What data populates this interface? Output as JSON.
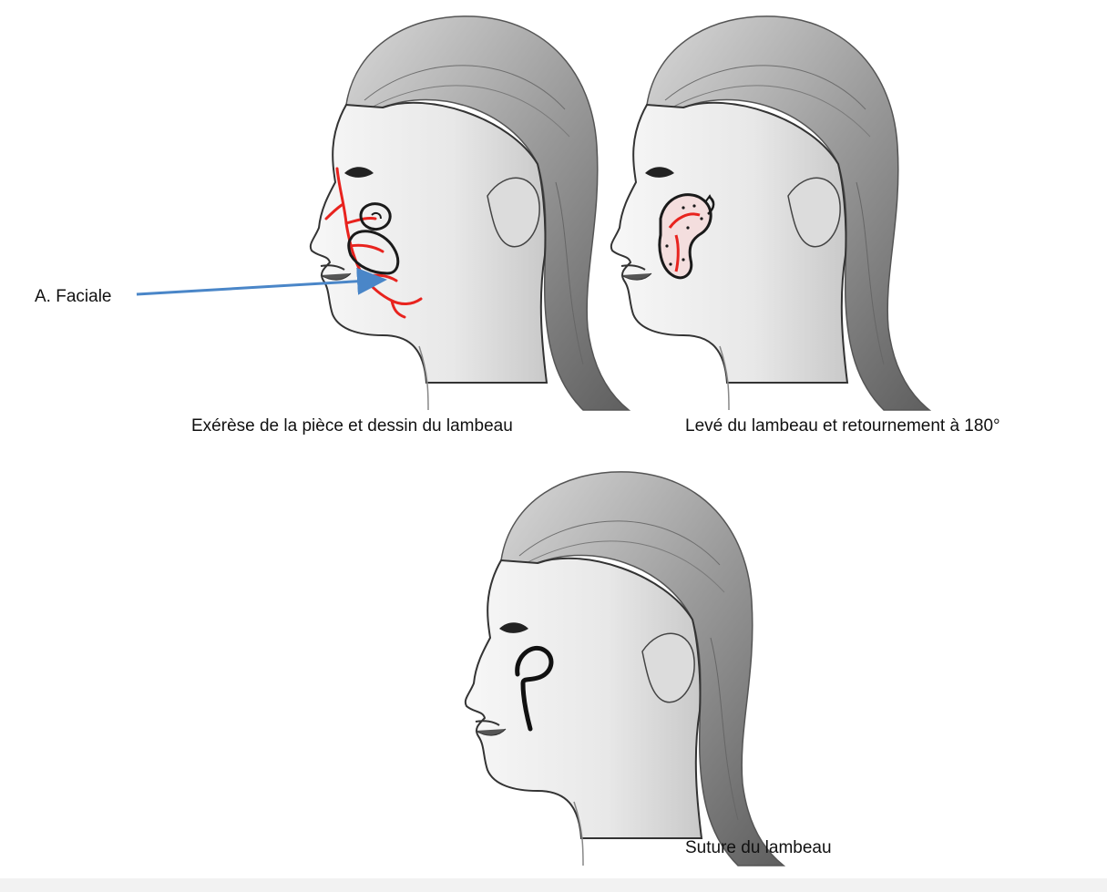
{
  "labels": {
    "artery": "A. Faciale"
  },
  "captions": {
    "step1": "Exérèse de la pièce et dessin du lambeau",
    "step2": "Levé du lambeau et retournement à 180°",
    "step3": "Suture du lambeau"
  },
  "colors": {
    "artery_red": "#e8231e",
    "arrow_blue": "#4a86c8",
    "outline": "#1a1a1a"
  }
}
